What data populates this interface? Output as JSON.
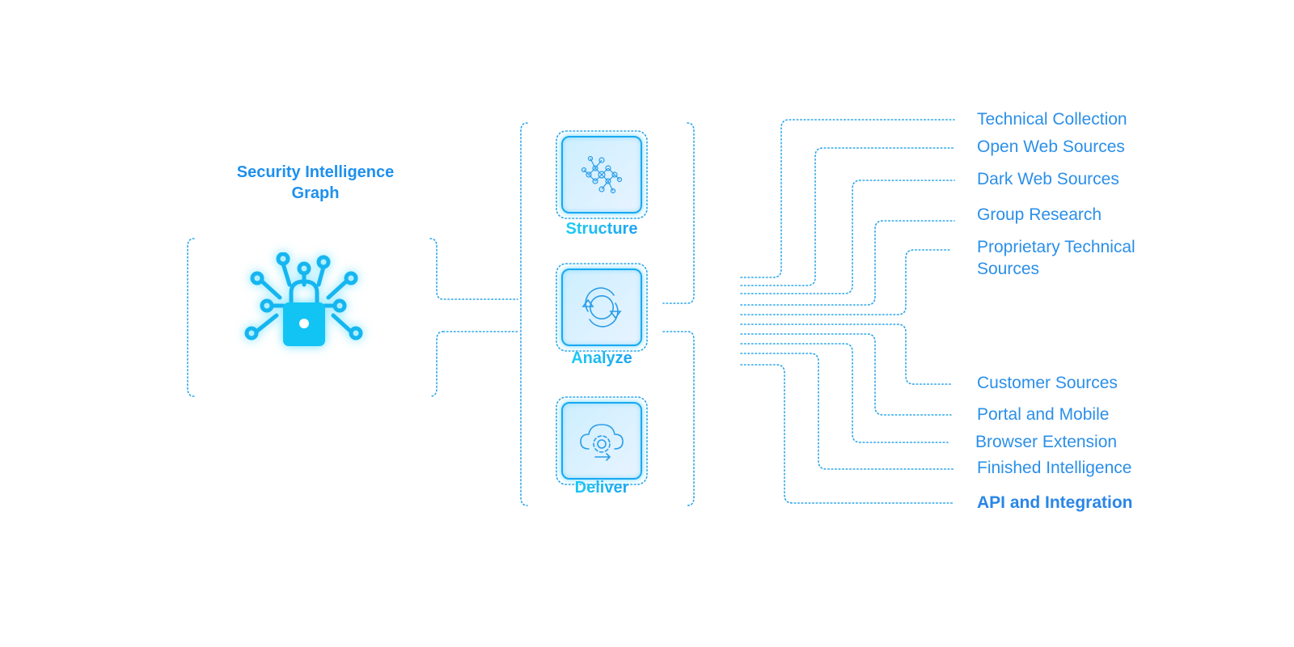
{
  "graph": {
    "title_line1": "Security Intelligence",
    "title_line2": "Graph",
    "icon": "lock-network-icon"
  },
  "steps": [
    {
      "label": "Structure",
      "icon": "network-graph-icon"
    },
    {
      "label": "Analyze",
      "icon": "refresh-arrows-icon"
    },
    {
      "label": "Deliver",
      "icon": "cloud-gear-icon"
    }
  ],
  "sources": {
    "technical_collection": "Technical Collection",
    "open_web": "Open Web Sources",
    "dark_web": "Dark Web Sources",
    "group_research": "Group Research",
    "proprietary_line1": "Proprietary Technical",
    "proprietary_line2": "Sources",
    "customer": "Customer Sources",
    "portal_mobile": "Portal and Mobile",
    "browser_extension": "Browser Extension",
    "finished_intelligence": "Finished Intelligence",
    "api_integration": "API and Integration"
  },
  "colors": {
    "primary": "#1e90ee",
    "accent": "#19d6f5",
    "line": "#2aa6ea"
  }
}
